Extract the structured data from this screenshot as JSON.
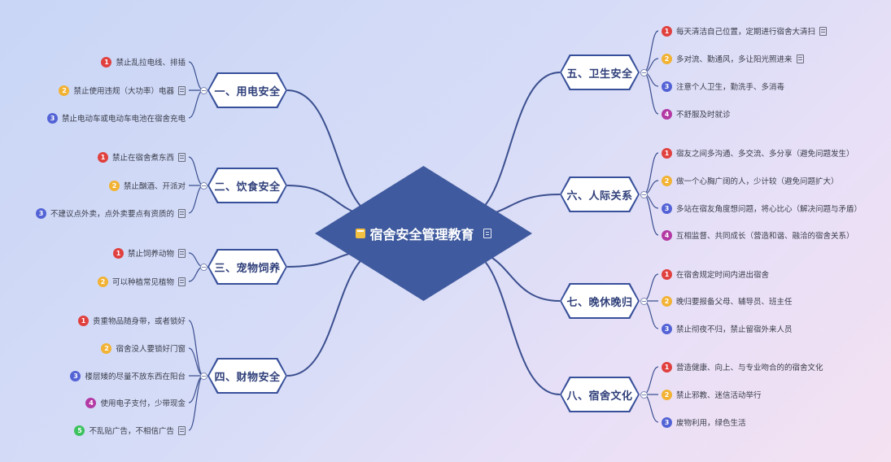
{
  "title": "宿舍安全管理教育",
  "colors": {
    "badge_1": "#e0413f",
    "badge_2": "#f2b233",
    "badge_3": "#5363d6",
    "badge_4": "#b33aa4",
    "badge_5": "#3cc25e",
    "line": "#3b4f8f",
    "center": "#3f5a9e"
  },
  "branches": [
    {
      "label": "一、用电安全",
      "items": [
        {
          "n": "1",
          "text": "禁止乱拉电线、排插",
          "note": false
        },
        {
          "n": "2",
          "text": "禁止使用违规（大功率）电器",
          "note": true
        },
        {
          "n": "3",
          "text": "禁止电动车或电动车电池在宿舍充电",
          "note": false
        }
      ]
    },
    {
      "label": "二、饮食安全",
      "items": [
        {
          "n": "1",
          "text": "禁止在宿舍煮东西",
          "note": true
        },
        {
          "n": "2",
          "text": "禁止酗酒、开派对",
          "note": false
        },
        {
          "n": "3",
          "text": "不建议点外卖，点外卖要点有资质的",
          "note": true
        }
      ]
    },
    {
      "label": "三、宠物饲养",
      "items": [
        {
          "n": "1",
          "text": "禁止饲养动物",
          "note": true
        },
        {
          "n": "2",
          "text": "可以种植常见植物",
          "note": true
        }
      ]
    },
    {
      "label": "四、财物安全",
      "items": [
        {
          "n": "1",
          "text": "贵重物品随身带，或者锁好",
          "note": false
        },
        {
          "n": "2",
          "text": "宿舍没人要锁好门窗",
          "note": false
        },
        {
          "n": "3",
          "text": "楼层矮的尽量不放东西在阳台",
          "note": false
        },
        {
          "n": "4",
          "text": "使用电子支付，少带现金",
          "note": false
        },
        {
          "n": "5",
          "text": "不乱贴广告，不相信广告",
          "note": true
        }
      ]
    },
    {
      "label": "五、卫生安全",
      "items": [
        {
          "n": "1",
          "text": "每天清洁自己位置，定期进行宿舍大清扫",
          "note": true
        },
        {
          "n": "2",
          "text": "多对流、勤通风，多让阳光照进来",
          "note": true
        },
        {
          "n": "3",
          "text": "注意个人卫生，勤洗手、多消毒",
          "note": false
        },
        {
          "n": "4",
          "text": "不舒服及时就诊",
          "note": false
        }
      ]
    },
    {
      "label": "六、人际关系",
      "items": [
        {
          "n": "1",
          "text": "宿友之间多沟通、多交流、多分享（避免问题发生）",
          "note": false
        },
        {
          "n": "2",
          "text": "做一个心胸广阔的人，少计较（避免问题扩大）",
          "note": false
        },
        {
          "n": "3",
          "text": "多站在宿友角度想问题，将心比心（解决问题与矛盾）",
          "note": false
        },
        {
          "n": "4",
          "text": "互相监督、共同成长（营造和谐、融洽的宿舍关系）",
          "note": false
        }
      ]
    },
    {
      "label": "七、晚休晚归",
      "items": [
        {
          "n": "1",
          "text": "在宿舍规定时间内进出宿舍",
          "note": false
        },
        {
          "n": "2",
          "text": "晚归要报备父母、辅导员、班主任",
          "note": false
        },
        {
          "n": "3",
          "text": "禁止彻夜不归，禁止留宿外来人员",
          "note": false
        }
      ]
    },
    {
      "label": "八、宿舍文化",
      "items": [
        {
          "n": "1",
          "text": "营造健康、向上、与专业吻合的的宿舍文化",
          "note": false
        },
        {
          "n": "2",
          "text": "禁止邪教、迷信活动举行",
          "note": false
        },
        {
          "n": "3",
          "text": "废物利用，绿色生活",
          "note": false
        }
      ]
    }
  ]
}
